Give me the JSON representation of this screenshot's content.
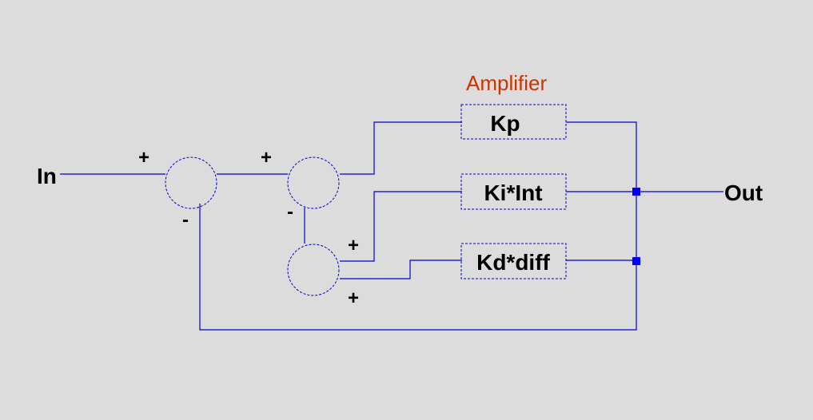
{
  "ports": {
    "input": "In",
    "output": "Out"
  },
  "group_label": "Amplifier",
  "blocks": {
    "kp": "Kp",
    "ki": "Ki*Int",
    "kd": "Kd*diff"
  },
  "signs": {
    "sum1_plus": "+",
    "sum1_minus": "-",
    "sum2_plus": "+",
    "sum2_minus": "-",
    "sum3_plus_top": "+",
    "sum3_plus_bottom": "+"
  },
  "colors": {
    "wire": "#0000cc",
    "junction": "#0000ff",
    "label": "#000000",
    "group_label": "#cc3300",
    "background": "#dcdcdc"
  }
}
